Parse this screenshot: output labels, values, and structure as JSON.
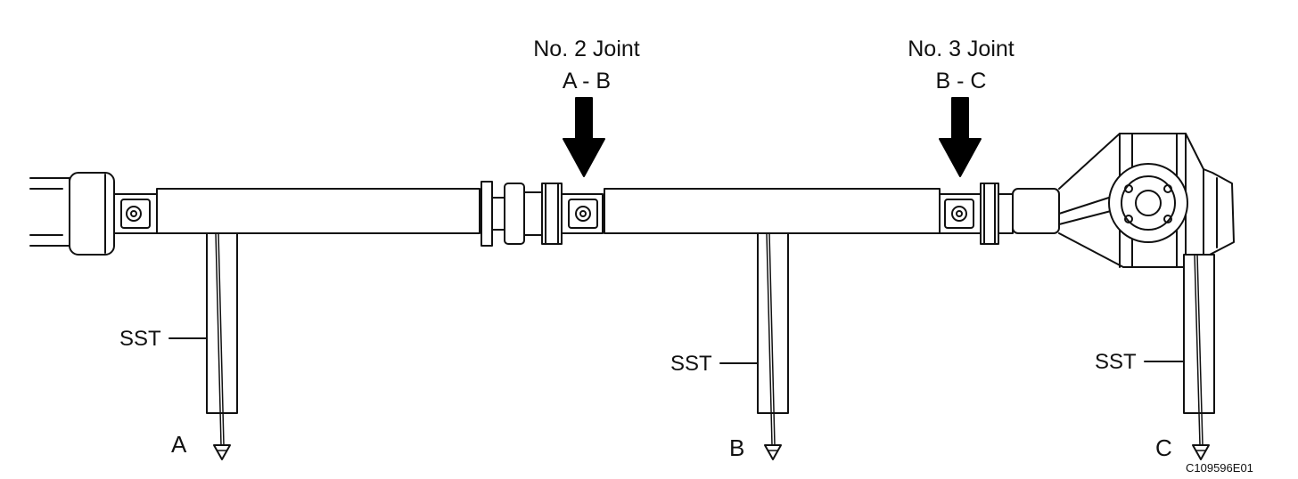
{
  "joints": [
    {
      "title": "No. 2 Joint",
      "pair": "A - B"
    },
    {
      "title": "No. 3 Joint",
      "pair": "B - C"
    }
  ],
  "sst_label": "SST",
  "points": [
    "A",
    "B",
    "C"
  ],
  "figure_code": "C109596E01",
  "colors": {
    "line": "#111111",
    "fill": "#ffffff",
    "arrow": "#000000"
  }
}
